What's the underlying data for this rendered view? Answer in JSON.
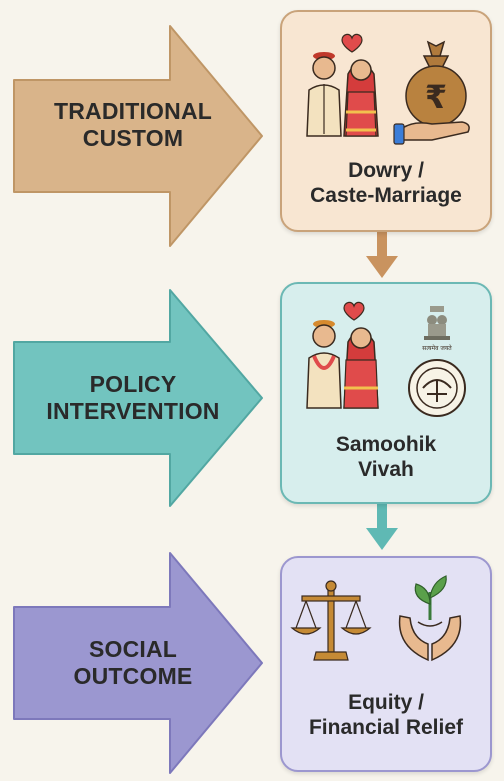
{
  "rows": [
    {
      "arrow_label_line1": "TRADITIONAL",
      "arrow_label_line2": "CUSTOM",
      "box_label_line1": "Dowry /",
      "box_label_line2": "Caste-Marriage",
      "arrow_color": "#d9b48a",
      "box_fill": "#f8e6d2",
      "box_border": "#c9a37a",
      "icons": [
        "couple-icon",
        "heart-icon",
        "money-bag-icon",
        "rupee-icon",
        "hand-icon"
      ]
    },
    {
      "arrow_label_line1": "POLICY",
      "arrow_label_line2": "INTERVENTION",
      "box_label_line1": "Samoohik",
      "box_label_line2": "Vivah",
      "arrow_color": "#72c4bf",
      "box_fill": "#d7eeed",
      "box_border": "#6bb8b4",
      "icons": [
        "couple-icon",
        "heart-icon",
        "state-emblem-icon",
        "state-seal-icon"
      ]
    },
    {
      "arrow_label_line1": "SOCIAL",
      "arrow_label_line2": "OUTCOME",
      "box_label_line1": "Equity /",
      "box_label_line2": "Financial Relief",
      "arrow_color": "#9b97d0",
      "box_fill": "#e3e1f4",
      "box_border": "#9c97cf",
      "icons": [
        "balance-scale-icon",
        "hands-with-sprout-icon"
      ]
    }
  ],
  "connector_colors": [
    "#c9935f",
    "#5fb9b4"
  ]
}
